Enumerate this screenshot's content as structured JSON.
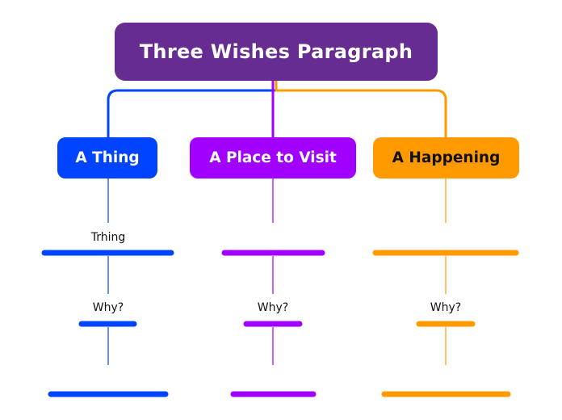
{
  "title": "Three Wishes Paragraph",
  "branches": [
    {
      "label": "A Thing",
      "color": "#0044ff",
      "sub1": "Trhing",
      "sub2": "Why?"
    },
    {
      "label": "A Place to Visit",
      "color": "#a100ff",
      "sub1": "",
      "sub2": "Why?"
    },
    {
      "label": "A Happening",
      "color": "#ff9a00",
      "sub1": "",
      "sub2": "Why?"
    }
  ],
  "colors": {
    "root": "#672c91",
    "thing": "#0044ff",
    "place": "#a100ff",
    "happening": "#ff9a00"
  }
}
